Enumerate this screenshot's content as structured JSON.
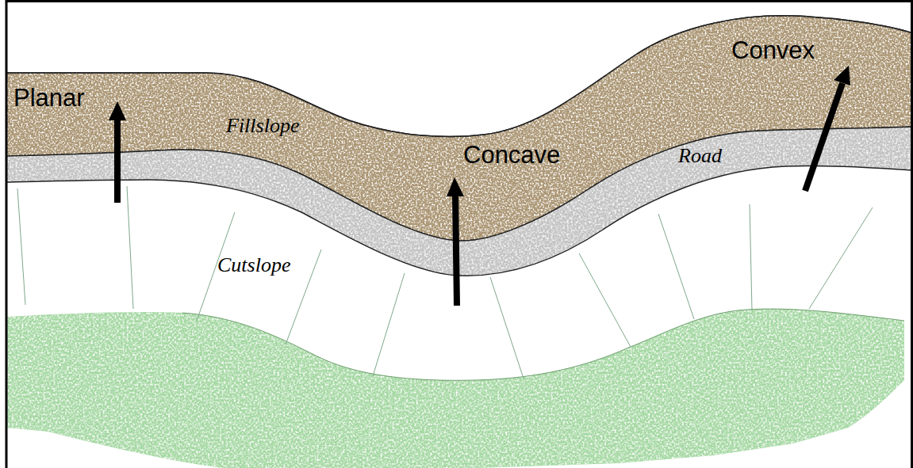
{
  "diagram": {
    "labels": [
      "Planar",
      "Fillslope",
      "Convex",
      "Concave",
      "Road",
      "Cutslope"
    ]
  }
}
